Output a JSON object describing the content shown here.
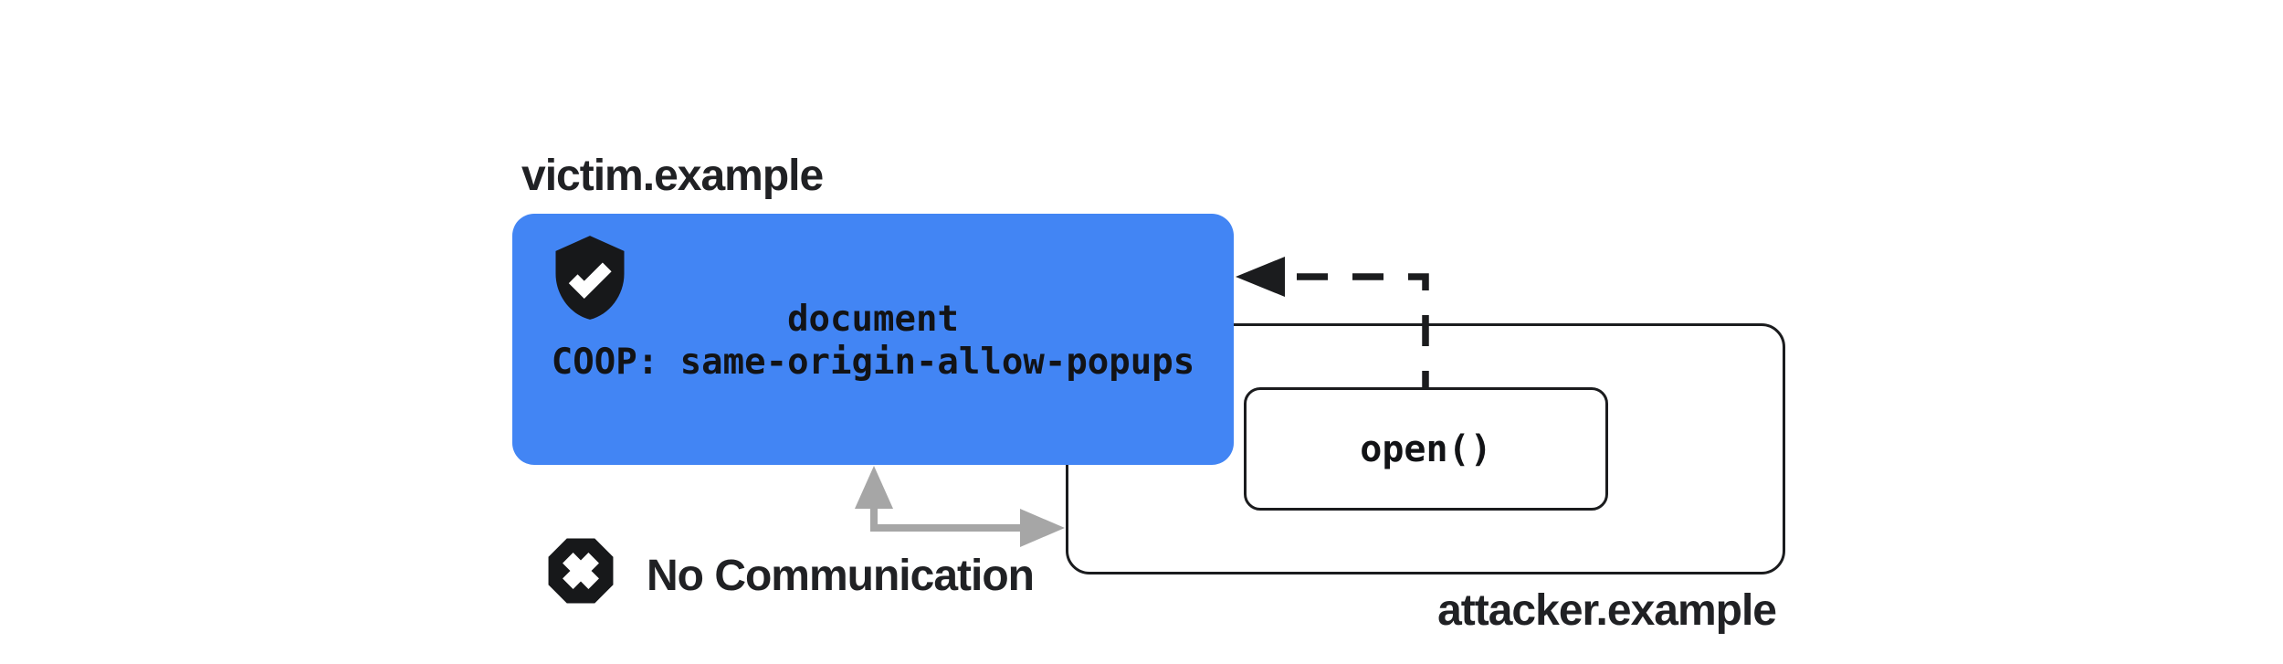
{
  "page_bg": "#ffffff",
  "colors": {
    "page_bg": "#ffffff",
    "card_blue": "#4285F4",
    "ink": "#1b1c1e",
    "label_text": "#202124",
    "code_text": "#121316",
    "blocked_gray": "#a6a6a6",
    "icon_black": "#17181a"
  },
  "victim": {
    "label": "victim.example",
    "card": {
      "line1": "document",
      "line2": "COOP: same-origin-allow-popups",
      "icon": "shield-check-icon"
    }
  },
  "attacker": {
    "label": "attacker.example",
    "open_label": "open()"
  },
  "blocked": {
    "label": "No Communication",
    "icon": "blocked-x-icon"
  },
  "arrows": {
    "dashed_open_arrow": "popup-open-dashed-arrow",
    "blocked_arrow": "no-communication-arrow"
  }
}
